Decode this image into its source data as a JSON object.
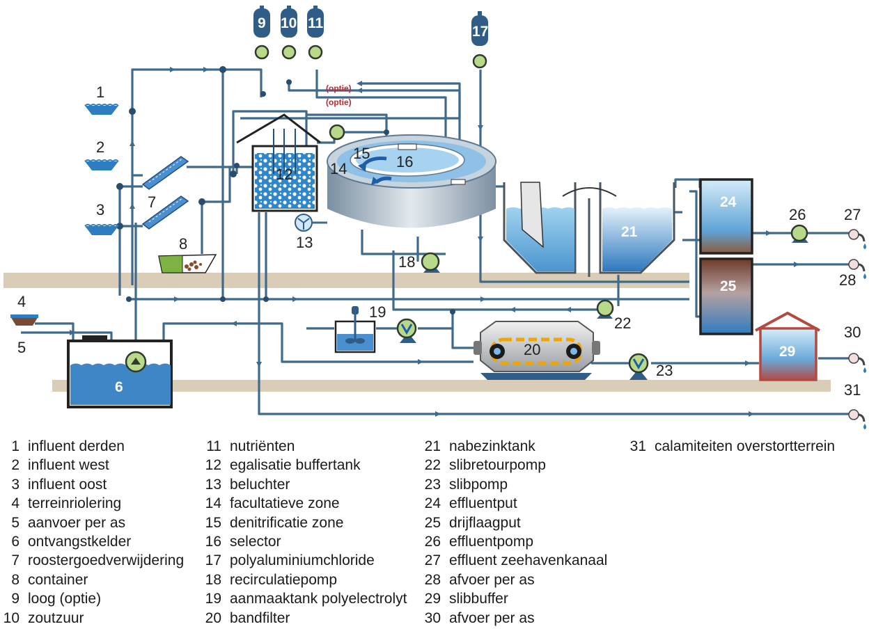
{
  "diagram": {
    "markers": [
      "1",
      "2",
      "3",
      "4",
      "5",
      "6",
      "7",
      "8",
      "9",
      "10",
      "11",
      "12",
      "13",
      "14",
      "15",
      "16",
      "17",
      "18",
      "19",
      "20",
      "21",
      "22",
      "23",
      "24",
      "25",
      "26",
      "27",
      "28",
      "29",
      "30",
      "31"
    ],
    "option_tags": [
      "(optie)",
      "(optie)"
    ]
  },
  "legend": [
    {
      "num": "1",
      "label": "influent derden"
    },
    {
      "num": "2",
      "label": "influent west"
    },
    {
      "num": "3",
      "label": "influent oost"
    },
    {
      "num": "4",
      "label": "terreinriolering"
    },
    {
      "num": "5",
      "label": "aanvoer per as"
    },
    {
      "num": "6",
      "label": "ontvangstkelder"
    },
    {
      "num": "7",
      "label": "roostergoedverwijdering"
    },
    {
      "num": "8",
      "label": "container"
    },
    {
      "num": "9",
      "label": "loog (optie)"
    },
    {
      "num": "10",
      "label": "zoutzuur"
    },
    {
      "num": "11",
      "label": "nutriënten"
    },
    {
      "num": "12",
      "label": "egalisatie buffertank"
    },
    {
      "num": "13",
      "label": "beluchter"
    },
    {
      "num": "14",
      "label": "facultatieve zone"
    },
    {
      "num": "15",
      "label": "denitrificatie zone"
    },
    {
      "num": "16",
      "label": "selector"
    },
    {
      "num": "17",
      "label": "polyaluminiumchloride"
    },
    {
      "num": "18",
      "label": "recirculatiepomp"
    },
    {
      "num": "19",
      "label": "aanmaaktank polyelectrolyt"
    },
    {
      "num": "20",
      "label": "bandfilter"
    },
    {
      "num": "21",
      "label": "nabezinktank"
    },
    {
      "num": "22",
      "label": "slibretourpomp"
    },
    {
      "num": "23",
      "label": "slibpomp"
    },
    {
      "num": "24",
      "label": "effluentput"
    },
    {
      "num": "25",
      "label": "drijflaagput"
    },
    {
      "num": "26",
      "label": "effluentpomp"
    },
    {
      "num": "27",
      "label": "effluent zeehavenkanaal"
    },
    {
      "num": "28",
      "label": "afvoer per as"
    },
    {
      "num": "29",
      "label": "slibbuffer"
    },
    {
      "num": "30",
      "label": "afvoer per as"
    },
    {
      "num": "31",
      "label": "calamiteiten overstortterrein"
    }
  ],
  "colors": {
    "pipe": "#3f6a8c",
    "water": "#3f86c6",
    "ground": "#d9cdb8",
    "pump": "#b9d98a",
    "bottle": "#2f5d87",
    "option_tag": "#c0272d"
  }
}
